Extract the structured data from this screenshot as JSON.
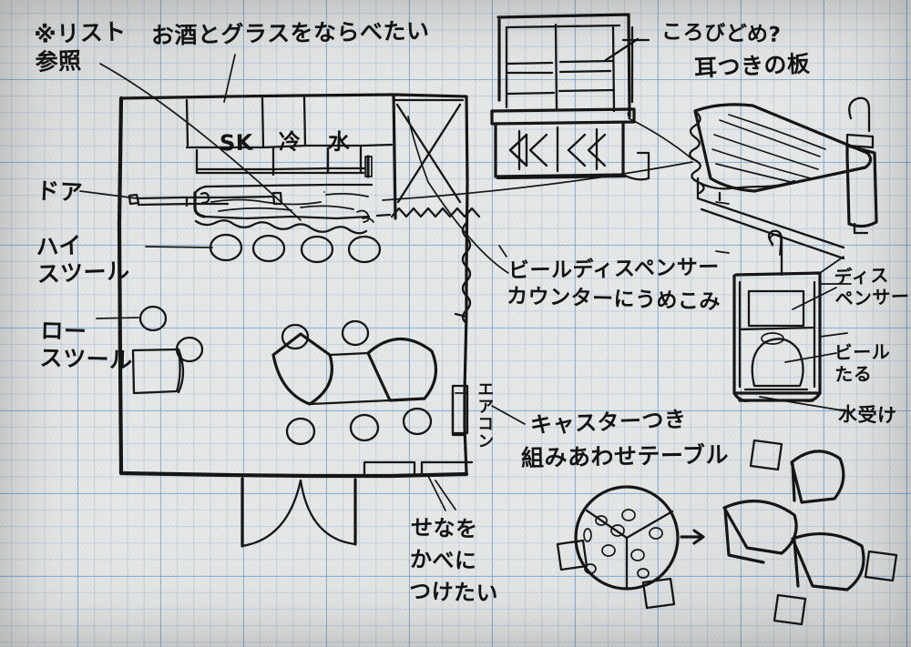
{
  "sheet": {
    "title": "Hand-drawn bar / cafe interior layout sketch on blue graph paper",
    "paper_color": "#e9eaea",
    "grid_color": "#6ca0ce",
    "ink_color": "#161616"
  },
  "annotations": {
    "list_reference": "※リスト\n参照",
    "sake_and_glasses": "お酒とグラスをならべたい",
    "anti_roll": "ころびどめ?",
    "live_edge_board": "耳つきの板",
    "door": "ドア",
    "high_stool": "ハイ\nスツール",
    "low_stool": "ロー\nスツール",
    "sink_label": "SK",
    "cold_label": "冷",
    "water_label": "水",
    "beer_dispenser": "ビールディスペンサー",
    "built_into_counter": "カウンターにうめこみ",
    "air_conditioner": "エアコン",
    "caster_equipped": "キャスターつき",
    "combination_table": "組みあわせテーブル",
    "backs_to_wall": "せなを\nかべに\nつけたい",
    "dispenser": "ディス\nペンサー",
    "beer_keg": "ビール\nたる",
    "drip_tray": "水受け"
  },
  "diagrams": {
    "floor_plan": "main room plan: counter top-left, bar counter with sink, wedge tables with round stools, double door bottom",
    "cabinet_elevation": "shelf unit with two upper bays and sliding lower doors",
    "live_edge_counter": "perspective counter with live-edge wood top and faucet",
    "dispenser_unit": "beer dispenser cabinet with tap, keg and drip tray",
    "table_combination": "round table split into three wedges, arrow, wedges separated with stools"
  }
}
